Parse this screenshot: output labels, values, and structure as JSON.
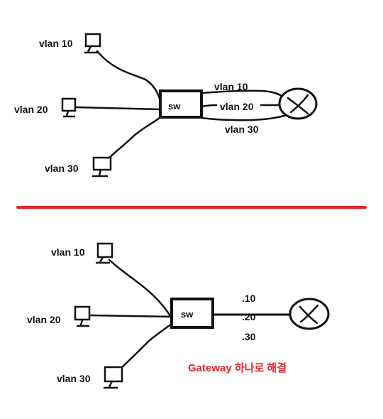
{
  "top": {
    "pcs": [
      {
        "label": "vlan 10"
      },
      {
        "label": "vlan 20"
      },
      {
        "label": "vlan 30"
      }
    ],
    "switch_label": "sw",
    "trunk_labels": [
      "vlan 10",
      "vlan 20",
      "vlan 30"
    ]
  },
  "bottom": {
    "pcs": [
      {
        "label": "vlan 10"
      },
      {
        "label": "vlan 20"
      },
      {
        "label": "vlan 30"
      }
    ],
    "switch_label": "sw",
    "trunk_labels": [
      ".10",
      ".20",
      ".30"
    ],
    "note": "Gateway 하나로 해결"
  },
  "colors": {
    "ink": "#111111",
    "divider": "#e0262b",
    "note": "#e0262b"
  }
}
